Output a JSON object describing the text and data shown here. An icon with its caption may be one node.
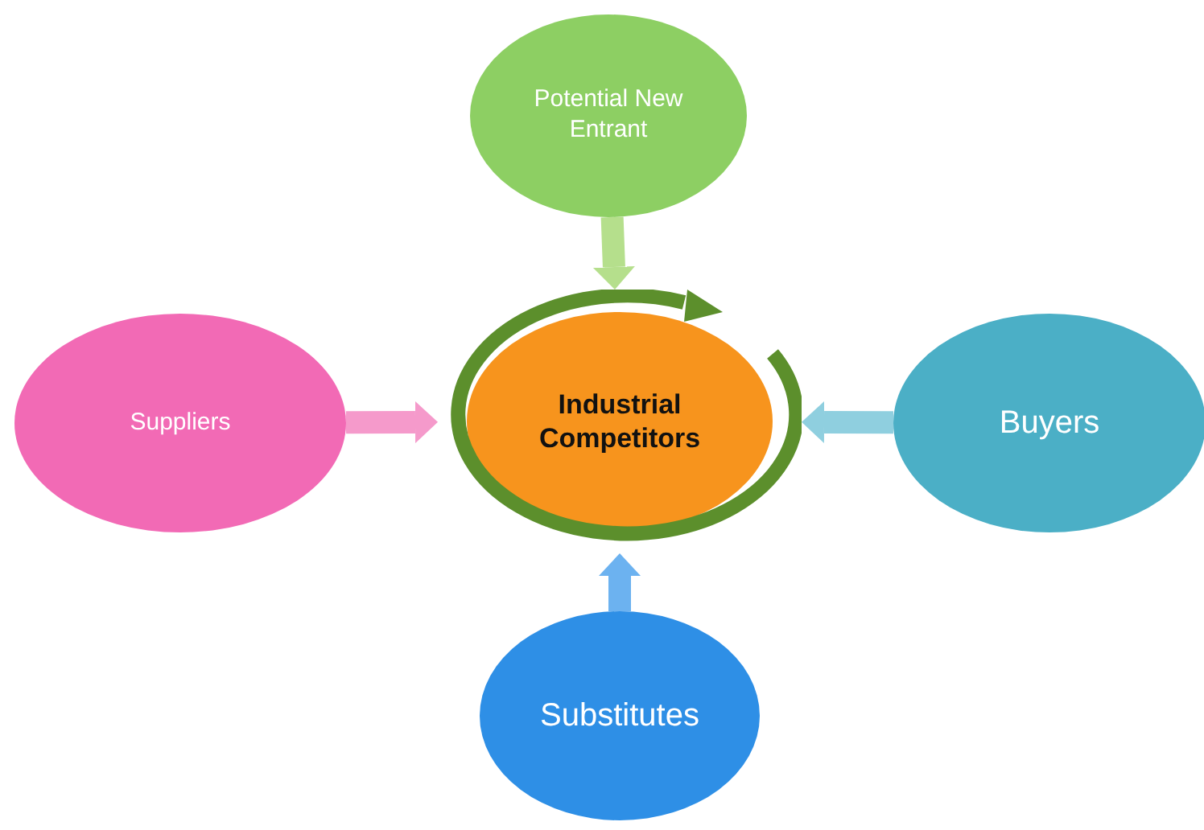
{
  "diagram": {
    "nodes": [
      {
        "text": [
          "Industrial Competitors"
        ]
      },
      {
        "text": [
          "Potential New Entrant"
        ]
      },
      {
        "text": [
          "Suppliers"
        ]
      },
      {
        "text": [
          "Buyers"
        ]
      },
      {
        "text": [
          "Substitutes"
        ]
      }
    ],
    "edges": [
      {
        "from": 1,
        "to": 0,
        "arrow": "to",
        "color": "#b5df8c"
      },
      {
        "from": 2,
        "to": 0,
        "arrow": "to",
        "color": "#f59acb"
      },
      {
        "from": 3,
        "to": 0,
        "arrow": "to",
        "color": "#8fcfdf"
      },
      {
        "from": 4,
        "to": 0,
        "arrow": "to",
        "color": "#6cb2f0"
      }
    ]
  }
}
